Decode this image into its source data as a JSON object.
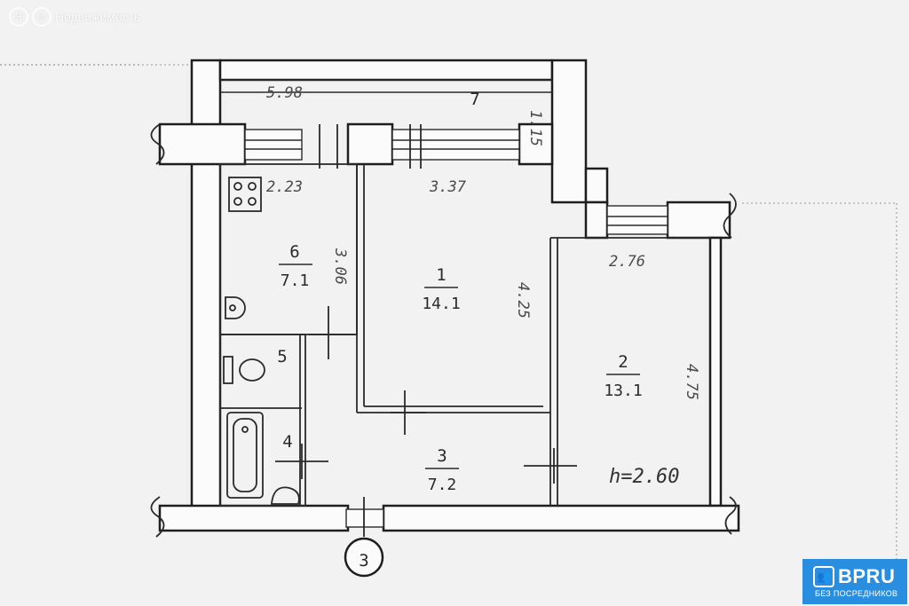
{
  "watermark": {
    "logo_letter": "Я",
    "text": "Недвижимость"
  },
  "badge": {
    "brand": "BPRU",
    "tagline": "БЕЗ ПОСРЕДНИКОВ"
  },
  "plan": {
    "rooms": [
      {
        "id": "1",
        "area": "14.1"
      },
      {
        "id": "2",
        "area": "13.1"
      },
      {
        "id": "3",
        "area": "7.2"
      },
      {
        "id": "4",
        "area": ""
      },
      {
        "id": "5",
        "area": ""
      },
      {
        "id": "6",
        "area": "7.1"
      },
      {
        "id": "7",
        "area": ""
      }
    ],
    "dimensions": {
      "balcony_length": "5.98",
      "balcony_depth": "1.15",
      "kitchen_width": "2.23",
      "kitchen_length": "3.06",
      "room1_width": "3.37",
      "room1_length": "4.25",
      "room2_width": "2.76",
      "room2_length": "4.75"
    },
    "ceiling_height": "h=2.60",
    "section_mark": "3"
  }
}
